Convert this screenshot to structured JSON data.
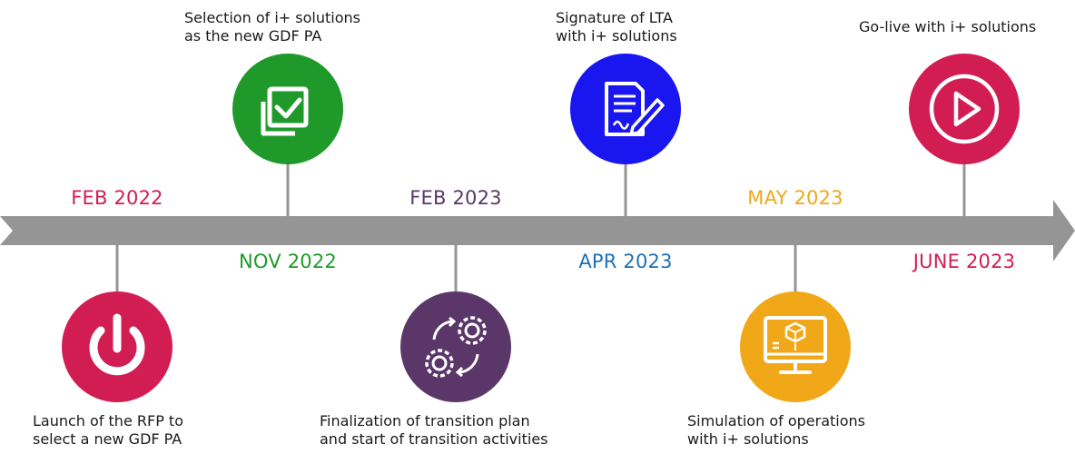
{
  "timeline": {
    "arrow_color": "#959595",
    "milestones": [
      {
        "id": "feb-2022",
        "date": "FEB 2022",
        "color": "#d21d53",
        "icon": "power-icon",
        "caption": [
          "Launch of the RFP to",
          "select a new GDF PA"
        ]
      },
      {
        "id": "nov-2022",
        "date": "NOV 2022",
        "color": "#1f9a2a",
        "icon": "checkbox-icon",
        "caption": [
          "Selection of i+ solutions",
          "as the new GDF PA"
        ]
      },
      {
        "id": "feb-2023",
        "date": "FEB 2023",
        "color": "#5b3769",
        "icon": "gears-icon",
        "caption": [
          "Finalization of transition plan",
          "and start of transition activities"
        ]
      },
      {
        "id": "apr-2023",
        "date": "APR 2023",
        "color": "#1f6fb5",
        "icon_color": "#1a16ef",
        "icon": "document-sign-icon",
        "caption": [
          "Signature of LTA",
          "with i+ solutions"
        ]
      },
      {
        "id": "may-2023",
        "date": "MAY 2023",
        "color": "#f0a818",
        "icon": "monitor-cube-icon",
        "caption": [
          "Simulation of operations",
          "with i+ solutions"
        ]
      },
      {
        "id": "june-2023",
        "date": "JUNE 2023",
        "color": "#d21d53",
        "icon": "play-icon",
        "caption": [
          "Go-live with i+ solutions"
        ]
      }
    ]
  }
}
